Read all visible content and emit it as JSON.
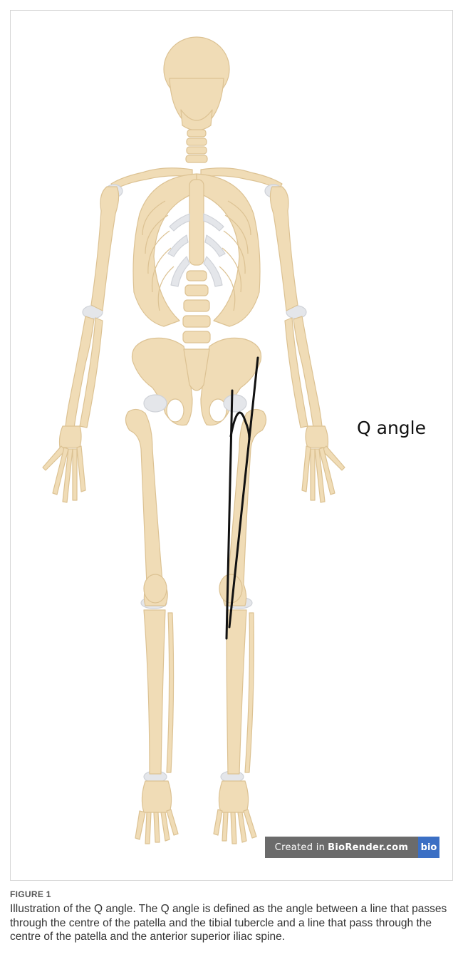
{
  "figure": {
    "label": "FIGURE 1",
    "caption": "Illustration of the Q angle. The Q angle is defined as the angle between a line that passes through the centre of the patella and the tibial tubercle and a line that pass through the centre of the patella and the anterior superior iliac spine."
  },
  "illustration": {
    "annotation": "Q angle",
    "watermark_prefix": "Created in",
    "watermark_brand": "BioRender.com",
    "watermark_logo": "bio",
    "colors": {
      "bone": "#f0dcb6",
      "bone_shadow": "#e0c699",
      "cartilage": "#e4e6ea",
      "line": "#111111"
    }
  }
}
